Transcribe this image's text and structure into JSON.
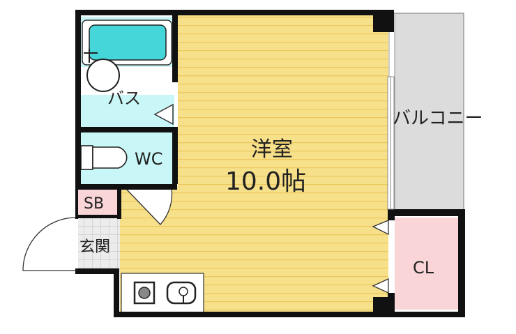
{
  "rooms": {
    "western_room": {
      "name": "洋室",
      "size": "10.0帖",
      "color": "#f7e08a",
      "stripe": "#ecc85e"
    },
    "bath": {
      "label": "バス",
      "color": "#c9f6f6"
    },
    "toilet": {
      "label": "WC",
      "color": "#c9f6f6"
    },
    "shoe_box": {
      "label": "SB",
      "color": "#f9d5d7"
    },
    "entrance": {
      "label": "玄関",
      "color": "#ececec"
    },
    "balcony": {
      "label": "バルコニー",
      "color": "#dcdcdc"
    },
    "closet": {
      "label": "CL",
      "color": "#f9d5d7"
    }
  },
  "colors": {
    "wall": "#111111",
    "tub": "#44d6d8",
    "fixture": "#ffffff"
  }
}
